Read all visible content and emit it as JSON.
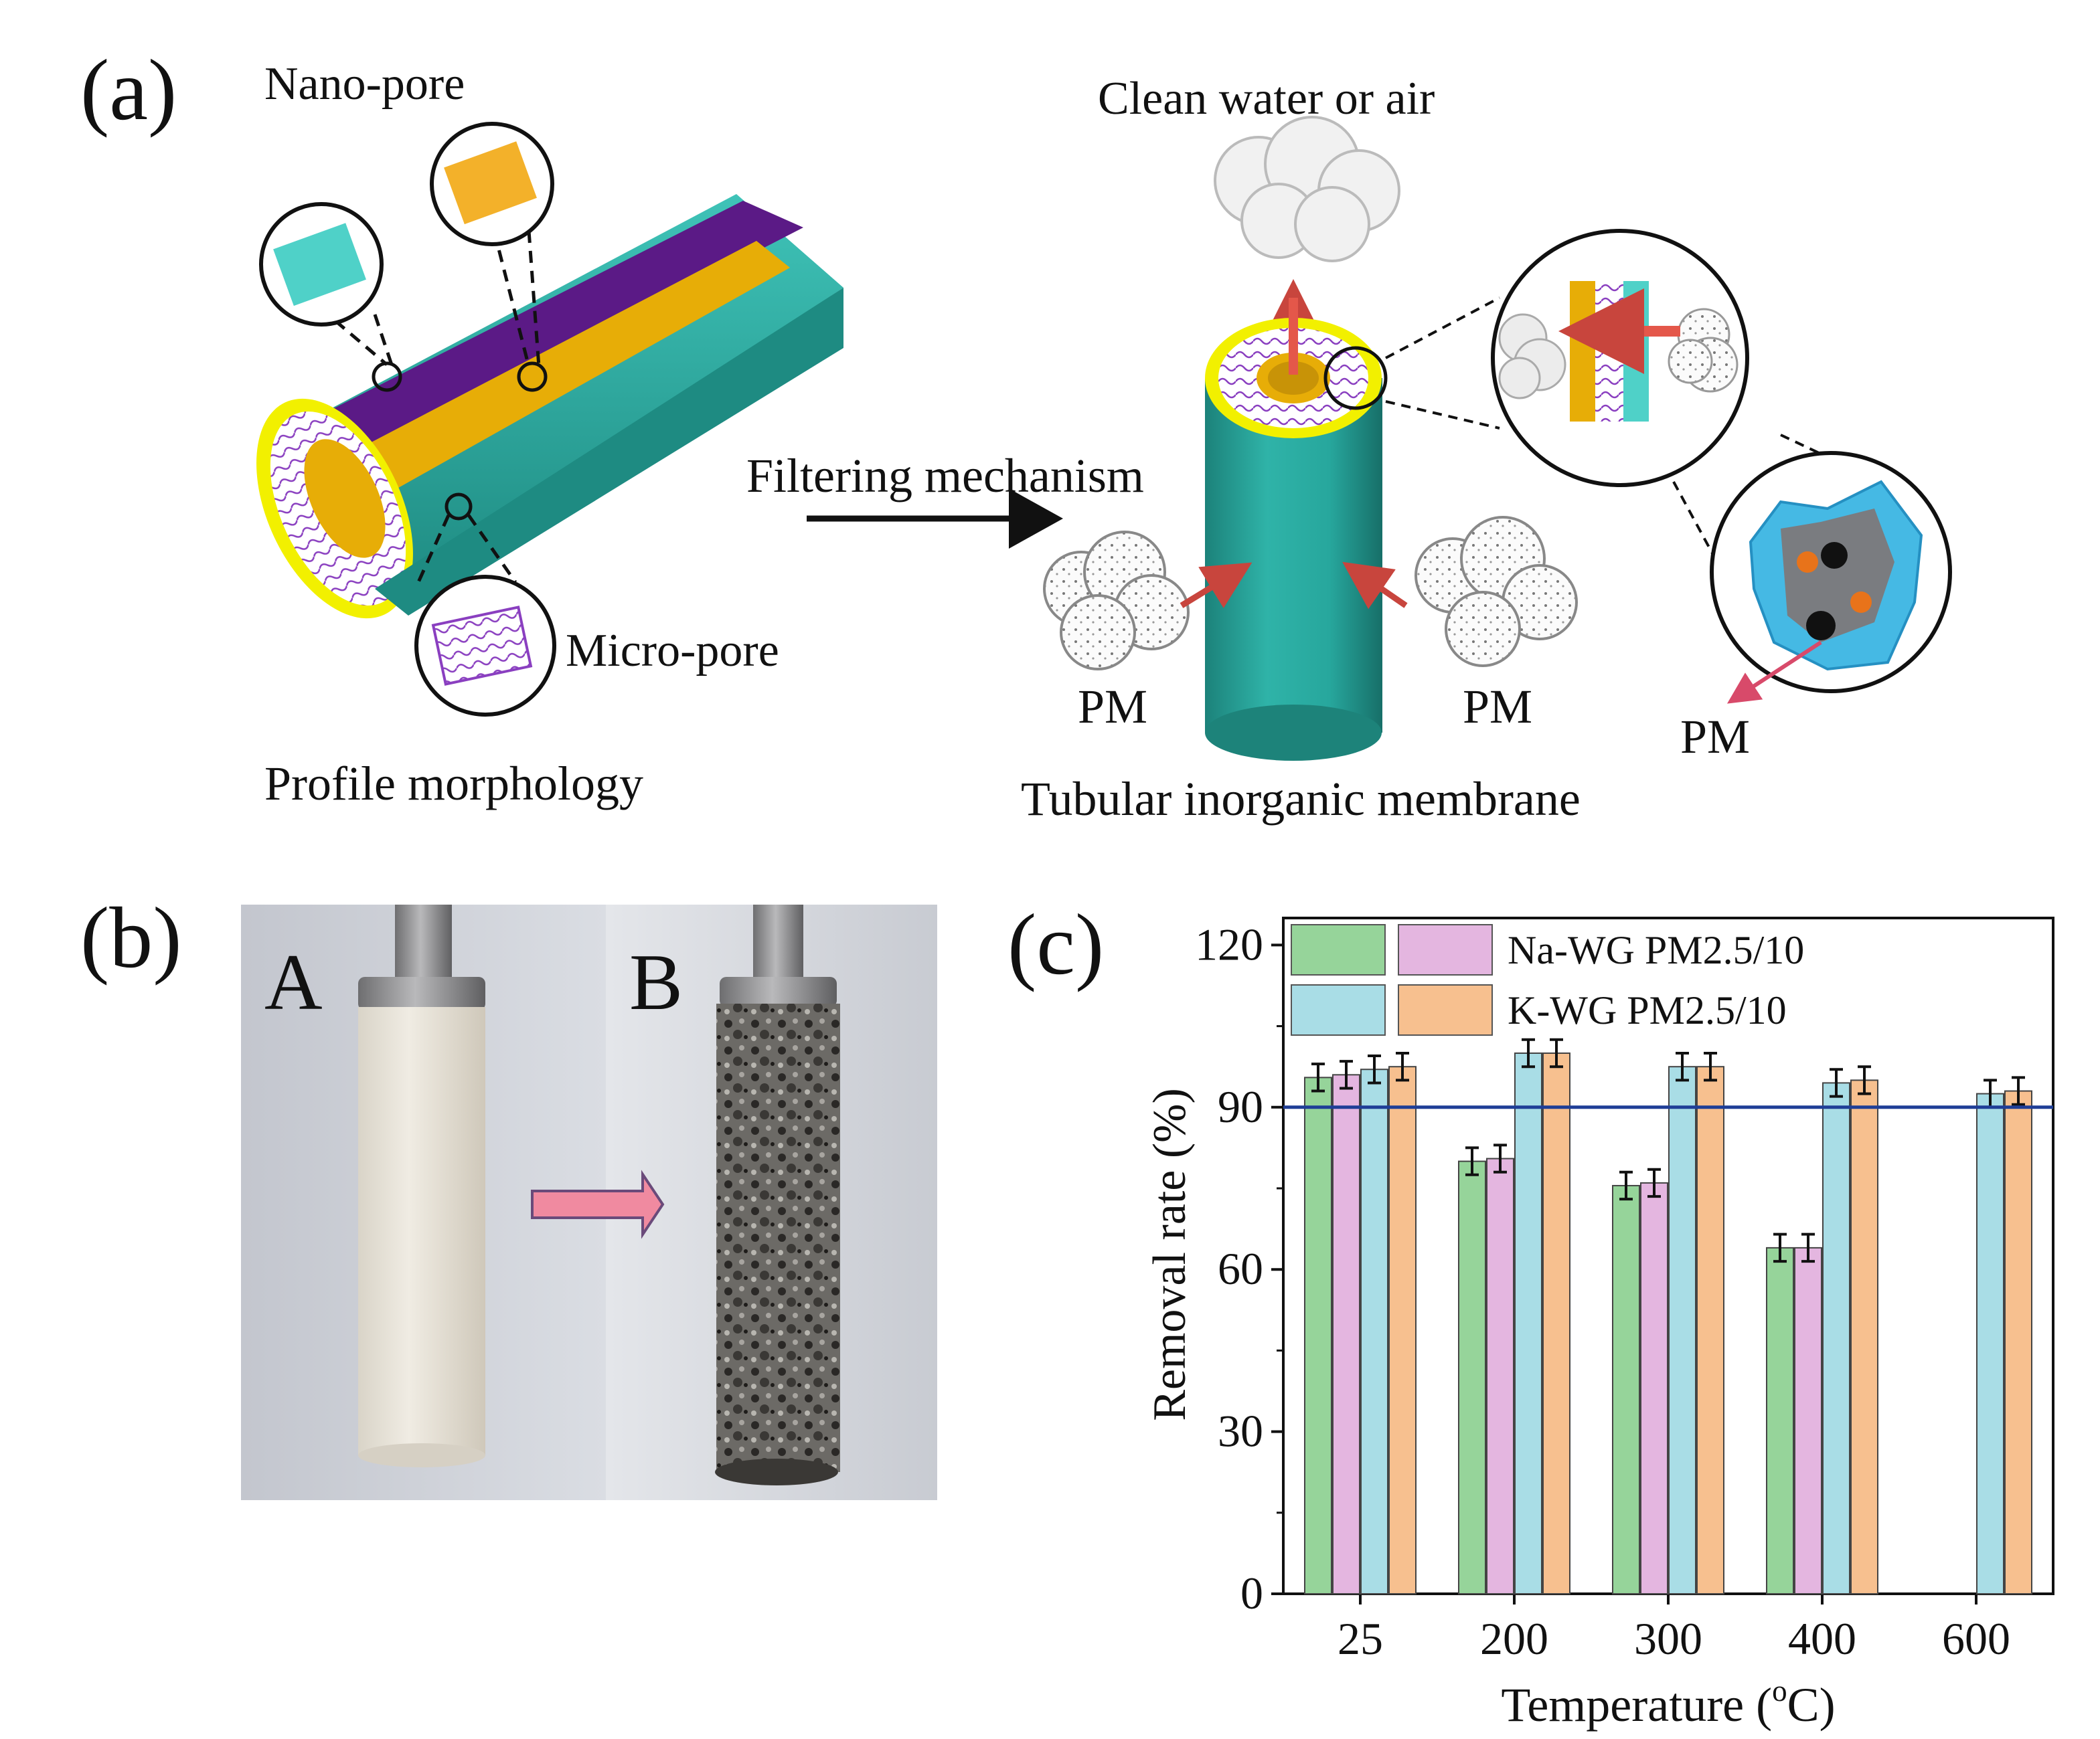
{
  "panels": {
    "a": {
      "label": "(a)",
      "nano_pore": "Nano-pore",
      "micro_pore": "Micro-pore",
      "profile": "Profile morphology",
      "filtering": "Filtering mechanism",
      "clean": "Clean water or air",
      "pm": "PM",
      "tubular": "Tubular inorganic membrane"
    },
    "b": {
      "label": "(b)",
      "photo_a": "A",
      "photo_b": "B"
    },
    "c": {
      "label": "(c)"
    }
  },
  "colors": {
    "teal": "#27a79d",
    "purple": "#5b1a86",
    "gold": "#e7ad07",
    "yellow": "#f2f000",
    "green": "#96d49a",
    "pink": "#e4b6e0",
    "lightblue": "#a9dde6",
    "orange": "#f7c08f",
    "refline": "#1f3e97",
    "arrow_red": "#e4574a"
  },
  "chart_data": {
    "type": "bar",
    "categories": [
      "25",
      "200",
      "300",
      "400",
      "600"
    ],
    "xlabel": "Temperature (°C)",
    "xlabel_base": "Temperature (",
    "xlabel_sup": "o",
    "xlabel_end": "C)",
    "ylabel": "Removal rate (%)",
    "ylim": [
      0,
      125
    ],
    "yticks": [
      "0",
      "30",
      "60",
      "90",
      "120"
    ],
    "reference_line": 90,
    "legend_position": "top-left",
    "legend_rows": [
      {
        "label": "Na-WG PM2.5/10",
        "colors": [
          "#96d49a",
          "#e4b6e0"
        ]
      },
      {
        "label": "K-WG   PM2.5/10",
        "colors": [
          "#a9dde6",
          "#f7c08f"
        ]
      }
    ],
    "series": [
      {
        "color": "#96d49a",
        "values": [
          95.5,
          80,
          75.5,
          64,
          null
        ],
        "err": [
          2.5,
          2.5,
          2.5,
          2.5,
          null
        ]
      },
      {
        "color": "#e4b6e0",
        "values": [
          96,
          80.5,
          76,
          64,
          null
        ],
        "err": [
          2.5,
          2.5,
          2.5,
          2.5,
          null
        ]
      },
      {
        "color": "#a9dde6",
        "values": [
          97,
          100,
          97.5,
          94.5,
          92.5
        ],
        "err": [
          2.5,
          2.5,
          2.5,
          2.5,
          2.5
        ]
      },
      {
        "color": "#f7c08f",
        "values": [
          97.5,
          100,
          97.5,
          95,
          93
        ],
        "err": [
          2.5,
          2.5,
          2.5,
          2.5,
          2.5
        ]
      }
    ]
  }
}
